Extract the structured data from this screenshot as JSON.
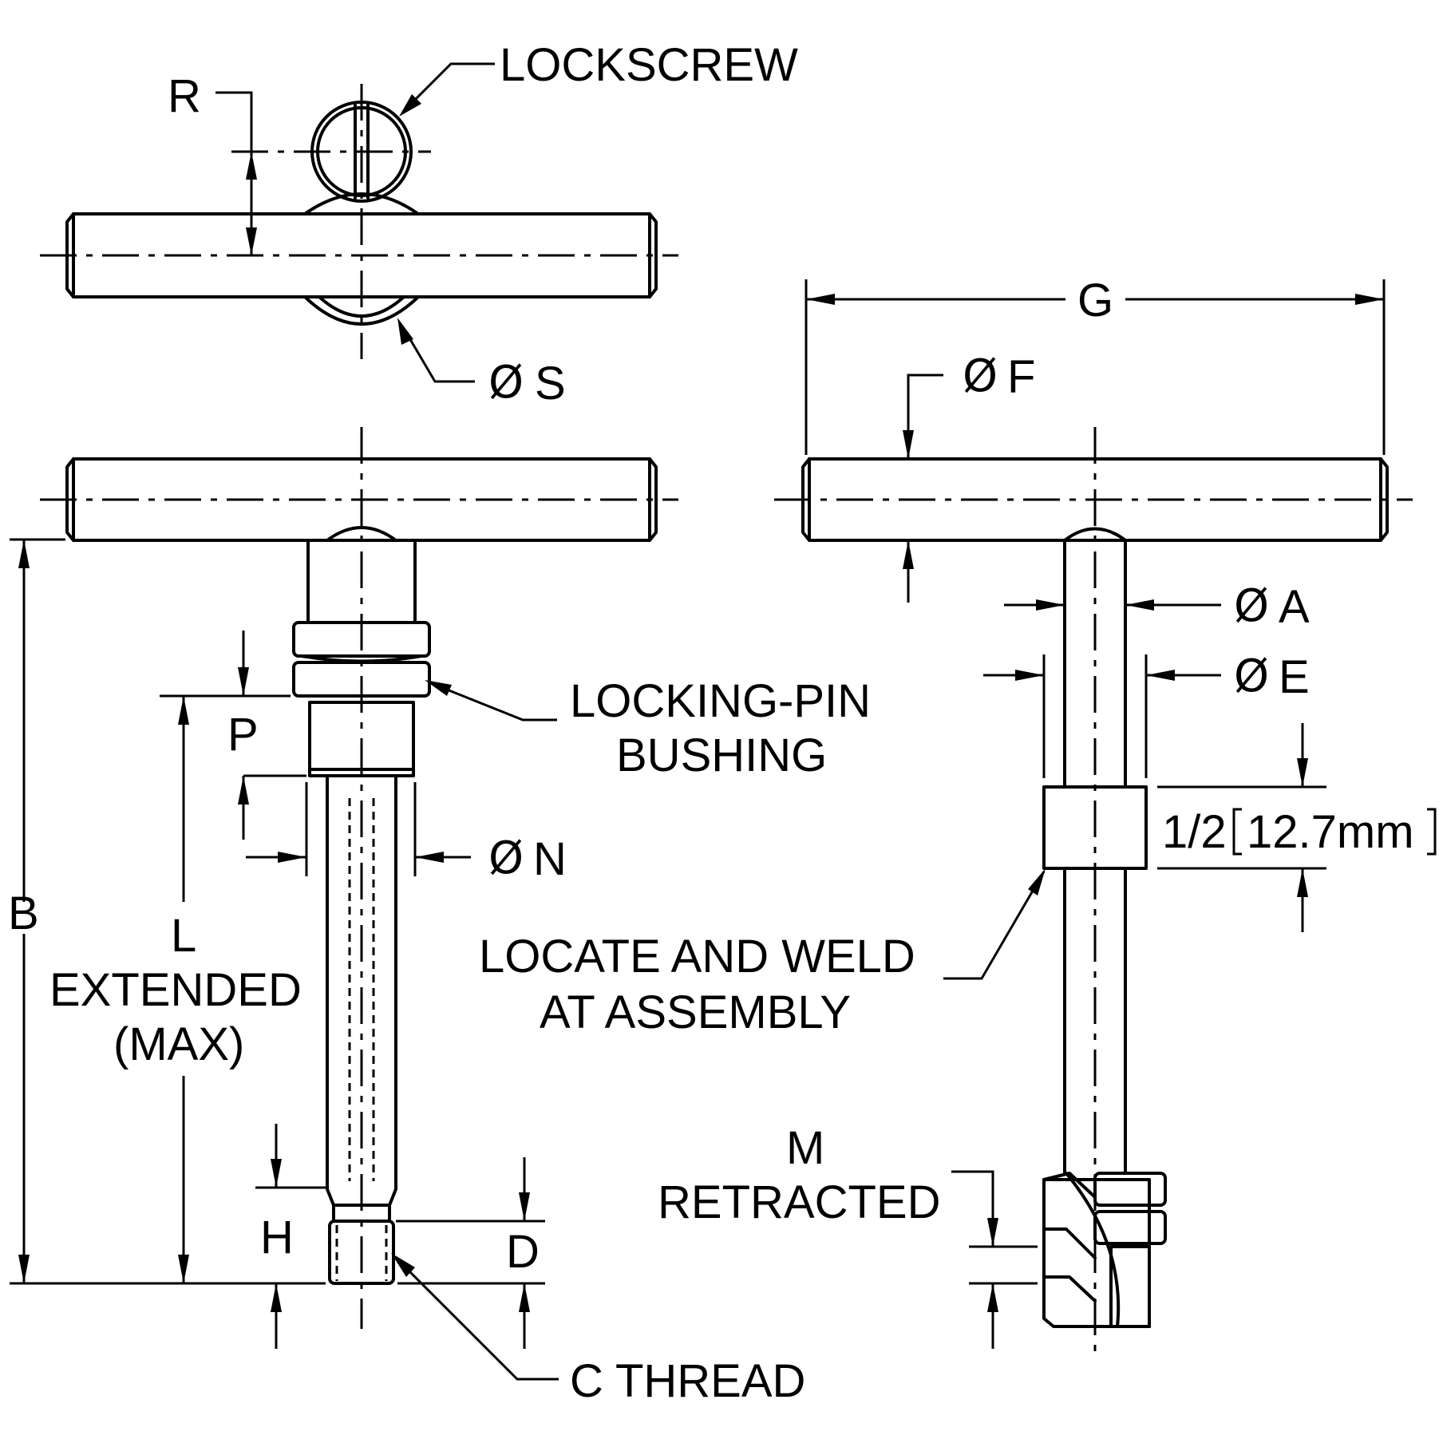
{
  "labels": {
    "lockscrew": "LOCKSCREW",
    "r": "R",
    "s": "S",
    "g": "G",
    "f": "F",
    "a": "A",
    "e": "E",
    "p": "P",
    "n": "N",
    "b": "B",
    "l": "L",
    "extended": "EXTENDED",
    "max": "(MAX)",
    "h": "H",
    "d": "D",
    "c_thread": "C THREAD",
    "locking_pin_line1": "LOCKING-PIN",
    "locking_pin_line2": "BUSHING",
    "half_inch": "1/2",
    "half_inch_mm": "12.7mm",
    "locate_line1": "LOCATE AND WELD",
    "locate_line2": "AT ASSEMBLY",
    "m": "M",
    "retracted": "RETRACTED"
  },
  "symbols": {
    "diameter": "Ø"
  }
}
